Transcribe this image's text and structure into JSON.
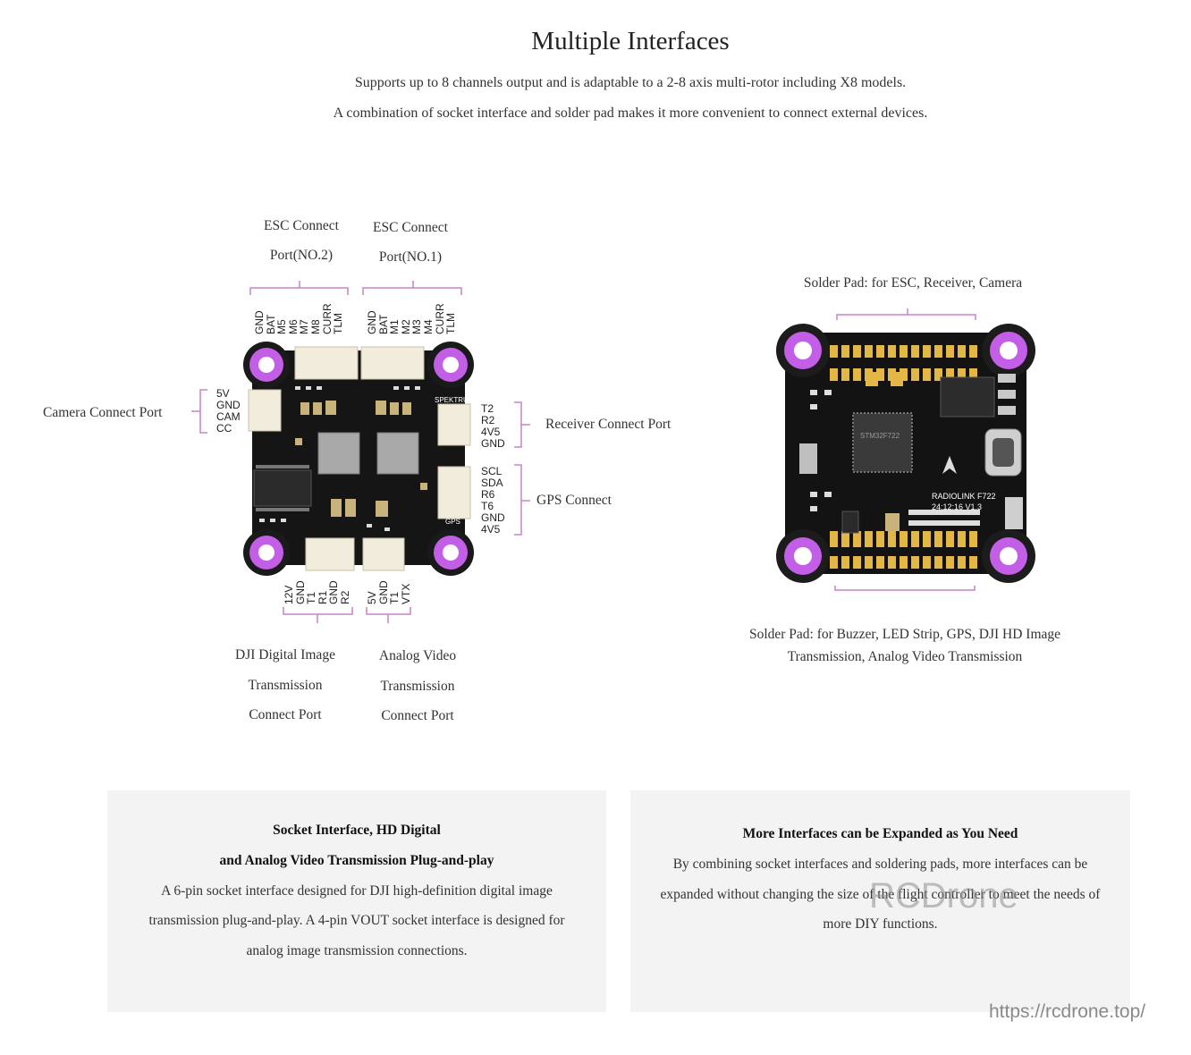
{
  "header": {
    "title": "Multiple Interfaces",
    "line1": "Supports up to 8 channels output and is adaptable to a 2-8 axis multi-rotor including X8 models.",
    "line2": "A combination of socket interface and solder pad makes it more convenient to connect external devices."
  },
  "left_board": {
    "esc2": [
      "ESC Connect",
      "Port(NO.2)"
    ],
    "esc1": [
      "ESC Connect",
      "Port(NO.1)"
    ],
    "esc2_pins": [
      "GND",
      "BAT",
      "M5",
      "M6",
      "M7",
      "M8",
      "CURR",
      "TLM"
    ],
    "esc1_pins": [
      "GND",
      "BAT",
      "M1",
      "M2",
      "M3",
      "M4",
      "CURR",
      "TLM"
    ],
    "camera_label": "Camera Connect Port",
    "camera_pins": [
      "5V",
      "GND",
      "CAM",
      "CC"
    ],
    "receiver_label": "Receiver Connect Port",
    "receiver_pins": [
      "T2",
      "R2",
      "4V5",
      "GND"
    ],
    "gps_label": "GPS Connect",
    "gps_pins": [
      "SCL",
      "SDA",
      "R6",
      "T6",
      "GND",
      "4V5"
    ],
    "dji_pins": [
      "12V",
      "GND",
      "T1",
      "R1",
      "GND",
      "R2"
    ],
    "vtx_pins": [
      "5V",
      "GND",
      "T1",
      "VTX"
    ],
    "dji_label": [
      "DJI Digital Image",
      "Transmission",
      "Connect Port"
    ],
    "analog_label": [
      "Analog Video",
      "Transmission",
      "Connect Port"
    ],
    "silk_spektrum": "SPEKTRUM",
    "silk_gps": "GPS"
  },
  "right_board": {
    "top_label": "Solder Pad: for ESC, Receiver, Camera",
    "bottom_label": [
      "Solder Pad: for Buzzer, LED Strip, GPS, DJI HD Image",
      "Transmission, Analog Video Transmission"
    ],
    "silk_model": "RADIOLINK F722",
    "silk_date": "24:12:16 V1.3",
    "chip_text": "STM32F722"
  },
  "cards": [
    {
      "heading": [
        "Socket Interface, HD Digital",
        "and Analog Video Transmission Plug-and-play"
      ],
      "body": [
        "A 6-pin socket interface designed for DJI high-definition digital image",
        "transmission plug-and-play. A 4-pin VOUT socket interface is designed for",
        "analog image transmission connections."
      ]
    },
    {
      "heading": [
        "More Interfaces can be Expanded as You Need"
      ],
      "body": [
        "By combining socket interfaces and soldering pads, more interfaces can be",
        "expanded without changing the size of the flight controller to meet the needs of",
        "more DIY functions."
      ]
    }
  ],
  "watermark": "RCDrone",
  "site_url": "https://rcdrone.top/",
  "colors": {
    "bracket": "#c882c8",
    "pcb": "#111111",
    "mount": "#c35fe6",
    "card_bg": "#f3f3f3"
  }
}
